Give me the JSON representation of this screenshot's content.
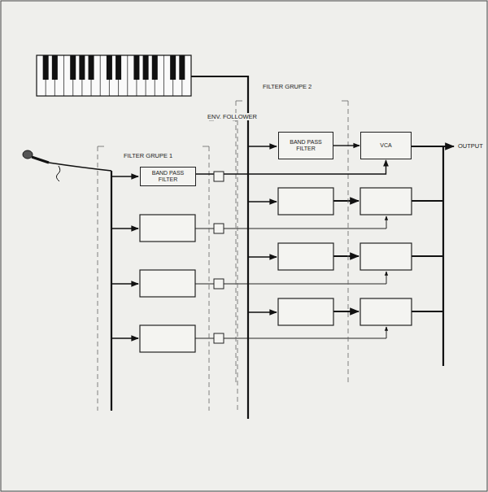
{
  "diagram": {
    "nodes": [
      {
        "text": [
          "BAND PASS FILTER"
        ]
      },
      {
        "text": [
          "BAND PASS FILTER"
        ]
      },
      {
        "text": [
          "VCA"
        ]
      }
    ],
    "edges": [
      {
        "from": 1,
        "to": 2,
        "arrow": "to"
      },
      {
        "from": 0,
        "to": 2,
        "arrow": "to"
      }
    ],
    "labels": [
      "FILTER GRUPE 1",
      "ENV. FOLLOWER",
      "FILTER GRUPE 2",
      "OUTPUT"
    ]
  }
}
